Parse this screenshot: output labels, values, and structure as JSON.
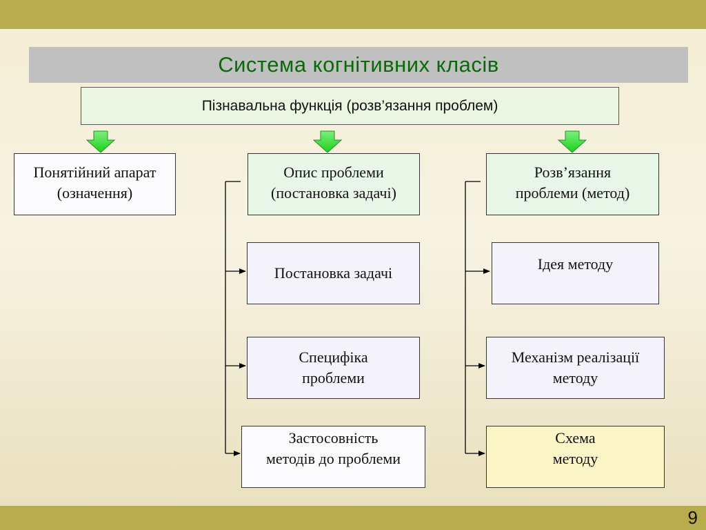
{
  "slide": {
    "title": "Система когнітивних класів",
    "function_box": "Пізнавальна функція (розв’язання проблем)",
    "page_number": "9"
  },
  "columns": {
    "left": {
      "head": "Понятійний апарат\n(означення)"
    },
    "middle": {
      "head": "Опис проблеми\n(постановка задачі)",
      "items": [
        "Постановка задачі",
        "Специфіка\nпроблеми",
        "Застосовність\nметодів до проблеми"
      ]
    },
    "right": {
      "head": "Розв’язання\nпроблеми (метод)",
      "items": [
        "Ідея методу",
        "Механізм реалізації\nметоду",
        "Схема\nметоду"
      ]
    }
  },
  "colors": {
    "band": "#b8ad4c",
    "title_text": "#0a6a0a",
    "arrow_fill": "#2ee02e",
    "highlight_box": "#fcf5c8"
  }
}
